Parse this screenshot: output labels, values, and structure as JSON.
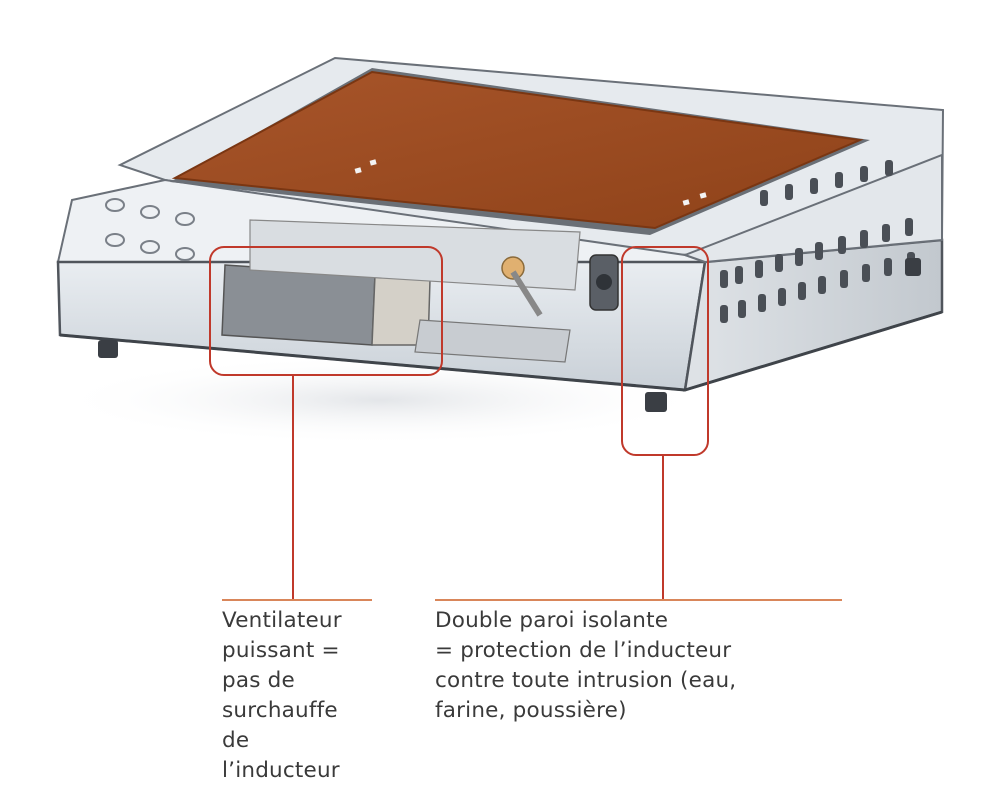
{
  "callouts": [
    {
      "id": "ventilator",
      "lines": [
        "Ventilateur puissant =",
        "pas de surchauffe de",
        "l’inducteur"
      ]
    },
    {
      "id": "double-wall",
      "lines": [
        "Double paroi isolante",
        "= protection de l’inducteur",
        "contre toute intrusion (eau,",
        "farine, poussière)"
      ]
    }
  ],
  "colors": {
    "accent": "#c0392b",
    "rule": "#d9865a",
    "plate": "#9a4a20",
    "plate_edge": "#7a3612",
    "casing": "#d8dde2",
    "casing_dark": "#5a5f66",
    "text": "#3a3a3a"
  }
}
